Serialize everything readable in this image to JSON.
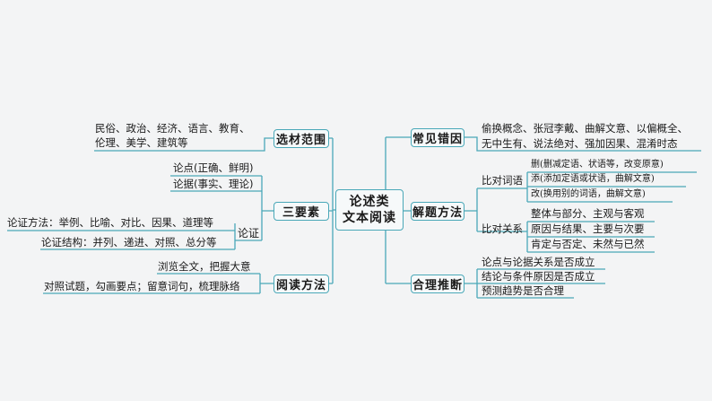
{
  "center": {
    "line1": "论述类",
    "line2": "文本阅读"
  },
  "left": {
    "material": {
      "label": "选材范围",
      "items": [
        "民俗、政治、经济、语言、教育、",
        "伦理、美学、建筑等"
      ]
    },
    "elements": {
      "label": "三要素",
      "point": "论点(正确、鲜明)",
      "evidence": "论据(事实、理论)",
      "argument_label": "论证",
      "argument_items": [
        "论证方法：举例、比喻、对比、因果、道理等",
        "论证结构：并列、递进、对照、总分等"
      ]
    },
    "reading": {
      "label": "阅读方法",
      "items": [
        "浏览全文，把握大意",
        "对照试题，勾画要点；留意词句，梳理脉络"
      ]
    }
  },
  "right": {
    "errors": {
      "label": "常见错因",
      "items": [
        "偷换概念、张冠李戴、曲解文意、以偏概全、",
        "无中生有、说法绝对、强加因果、混淆时态"
      ]
    },
    "methods": {
      "label": "解题方法",
      "words": {
        "label": "比对词语",
        "items": [
          "删(删减定语、状语等，改变原意)",
          "添(添加定语或状语，曲解文意)",
          "改(换用别的词语，曲解文意)"
        ]
      },
      "relations": {
        "label": "比对关系",
        "items": [
          "整体与部分、主观与客观",
          "原因与结果、主要与次要",
          "肯定与否定、未然与已然"
        ]
      }
    },
    "inference": {
      "label": "合理推断",
      "items": [
        "论点与论据关系是否成立",
        "结论与条件原因是否成立",
        "预测趋势是否合理"
      ]
    }
  }
}
